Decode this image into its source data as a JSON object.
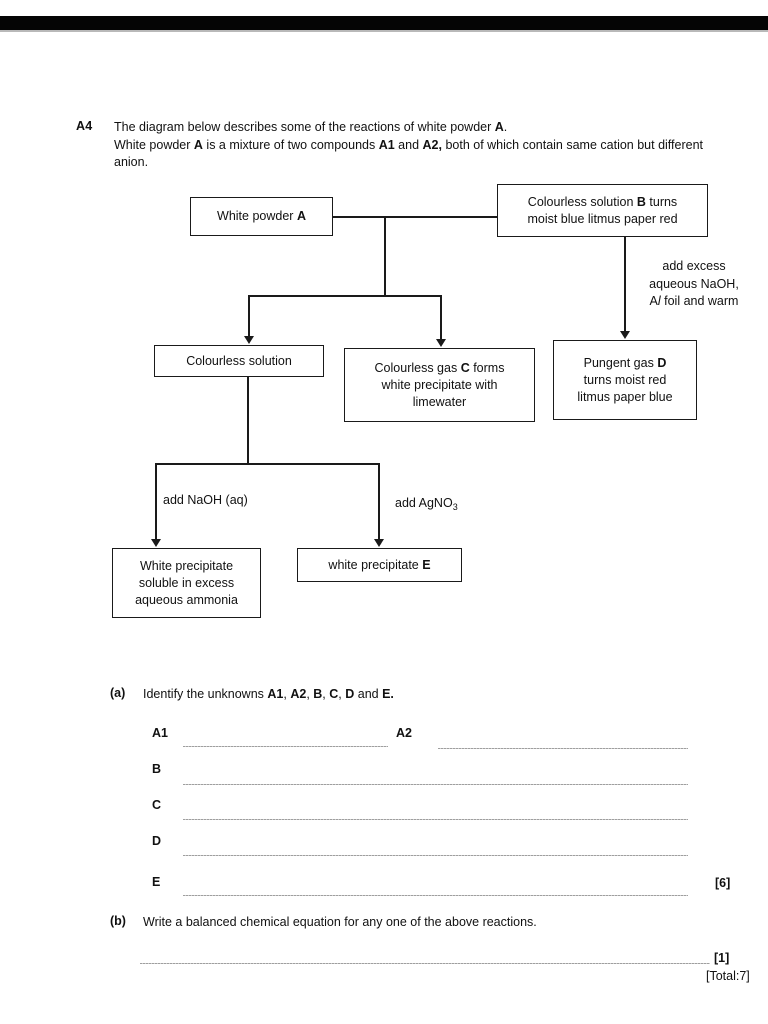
{
  "question": {
    "number": "A4",
    "line1_pre": "The diagram below describes some of the reactions of white powder ",
    "line1_bold": "A",
    "line1_post": ".",
    "line2_pre": "White powder ",
    "line2_b1": "A",
    "line2_mid": " is a mixture of two compounds ",
    "line2_b2": "A1",
    "line2_mid2": " and ",
    "line2_b3": "A2,",
    "line2_post": " both of which contain same cation but different anion."
  },
  "flowchart": {
    "box_a": {
      "text": "White powder ",
      "bold": "A"
    },
    "box_b_line1_pre": "Colourless solution ",
    "box_b_line1_bold": "B",
    "box_b_line1_post": " turns",
    "box_b_line2": "moist blue litmus paper red",
    "box_colourless_solution": "Colourless solution",
    "box_c_line1_pre": "Colourless gas ",
    "box_c_line1_bold": "C",
    "box_c_line1_post": " forms",
    "box_c_line2": "white precipitate with",
    "box_c_line3": "limewater",
    "box_d_line1_pre": "Pungent gas ",
    "box_d_line1_bold": "D",
    "box_d_line2": "turns moist red",
    "box_d_line3": "litmus paper blue",
    "box_white_precip_line1": "White precipitate",
    "box_white_precip_line2": "soluble in excess",
    "box_white_precip_line3": "aqueous ammonia",
    "box_e_pre": "white precipitate ",
    "box_e_bold": "E",
    "label_excess_naoh_line1": "add excess",
    "label_excess_naoh_line2": "aqueous NaOH,",
    "label_excess_naoh_line3_pre": "A",
    "label_excess_naoh_line3_italic": "l",
    "label_excess_naoh_line3_post": " foil and warm",
    "label_add_naoh_aq": "add NaOH (aq)",
    "label_add_agno3_pre": "add AgNO",
    "label_add_agno3_sub": "3"
  },
  "part_a": {
    "tag": "(a)",
    "text_pre": "Identify the unknowns ",
    "b1": "A1",
    "s1": ", ",
    "b2": "A2",
    "s2": ",  ",
    "b3": "B",
    "s3": ", ",
    "b4": "C",
    "s4": ", ",
    "b5": "D",
    "s5": " and ",
    "b6": "E.",
    "answers": [
      {
        "label": "A1"
      },
      {
        "label": "A2"
      },
      {
        "label": "B"
      },
      {
        "label": "C"
      },
      {
        "label": "D"
      },
      {
        "label": "E"
      }
    ],
    "marks": "[6]"
  },
  "part_b": {
    "tag": "(b)",
    "text": "Write a balanced chemical equation for any one of the above reactions.",
    "marks": "[1]"
  },
  "footer": {
    "total": "[Total:7]"
  }
}
